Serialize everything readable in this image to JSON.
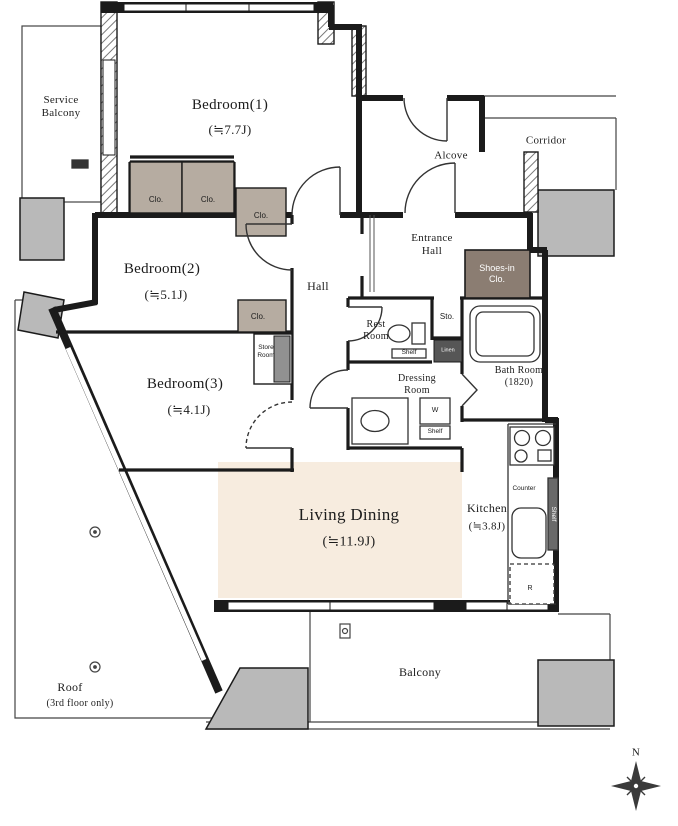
{
  "plan": {
    "rooms": {
      "service_balcony": {
        "label": "Service\nBalcony"
      },
      "bedroom1": {
        "label": "Bedroom(1)",
        "size": "(≒7.7J)"
      },
      "bedroom2": {
        "label": "Bedroom(2)",
        "size": "(≒5.1J)"
      },
      "bedroom3": {
        "label": "Bedroom(3)",
        "size": "(≒4.1J)"
      },
      "living_dining": {
        "label": "Living Dining",
        "size": "(≒11.9J)"
      },
      "kitchen": {
        "label": "Kitchen",
        "size": "(≒3.8J)"
      },
      "bath_room": {
        "label": "Bath Room\n(1820)"
      },
      "hall": {
        "label": "Hall"
      },
      "entrance_hall": {
        "label": "Entrance\nHall"
      },
      "alcove": {
        "label": "Alcove"
      },
      "corridor": {
        "label": "Corridor"
      },
      "rest_room": {
        "label": "Rest\nRoom"
      },
      "dressing_room": {
        "label": "Dressing\nRoom"
      },
      "store_room": {
        "label": "Store\nRoom"
      },
      "shoes_in_closet": {
        "label": "Shoes-in\nClo."
      },
      "balcony": {
        "label": "Balcony"
      },
      "roof": {
        "label": "Roof",
        "note": "(3rd floor only)"
      }
    },
    "fixtures": {
      "closet1": "Clo.",
      "closet2": "Clo.",
      "closet3": "Clo.",
      "closet4": "Clo.",
      "storage": "Sto.",
      "linen": "Linen",
      "shelf_restroom": "Shelf",
      "shelf_dressing": "Shelf",
      "shelf_kitchen": "Shelf",
      "washer": "W",
      "refrigerator": "R",
      "counter": "Counter"
    },
    "compass": {
      "label": "N"
    },
    "colors": {
      "wall": "#1b1b1b",
      "column_fill": "#b9b9b9",
      "living_fill": "#f7ecdf",
      "closet_fill": "#b6aca1",
      "shoes_closet_fill": "#8b7d72",
      "dark_box_fill": "#565656"
    }
  }
}
